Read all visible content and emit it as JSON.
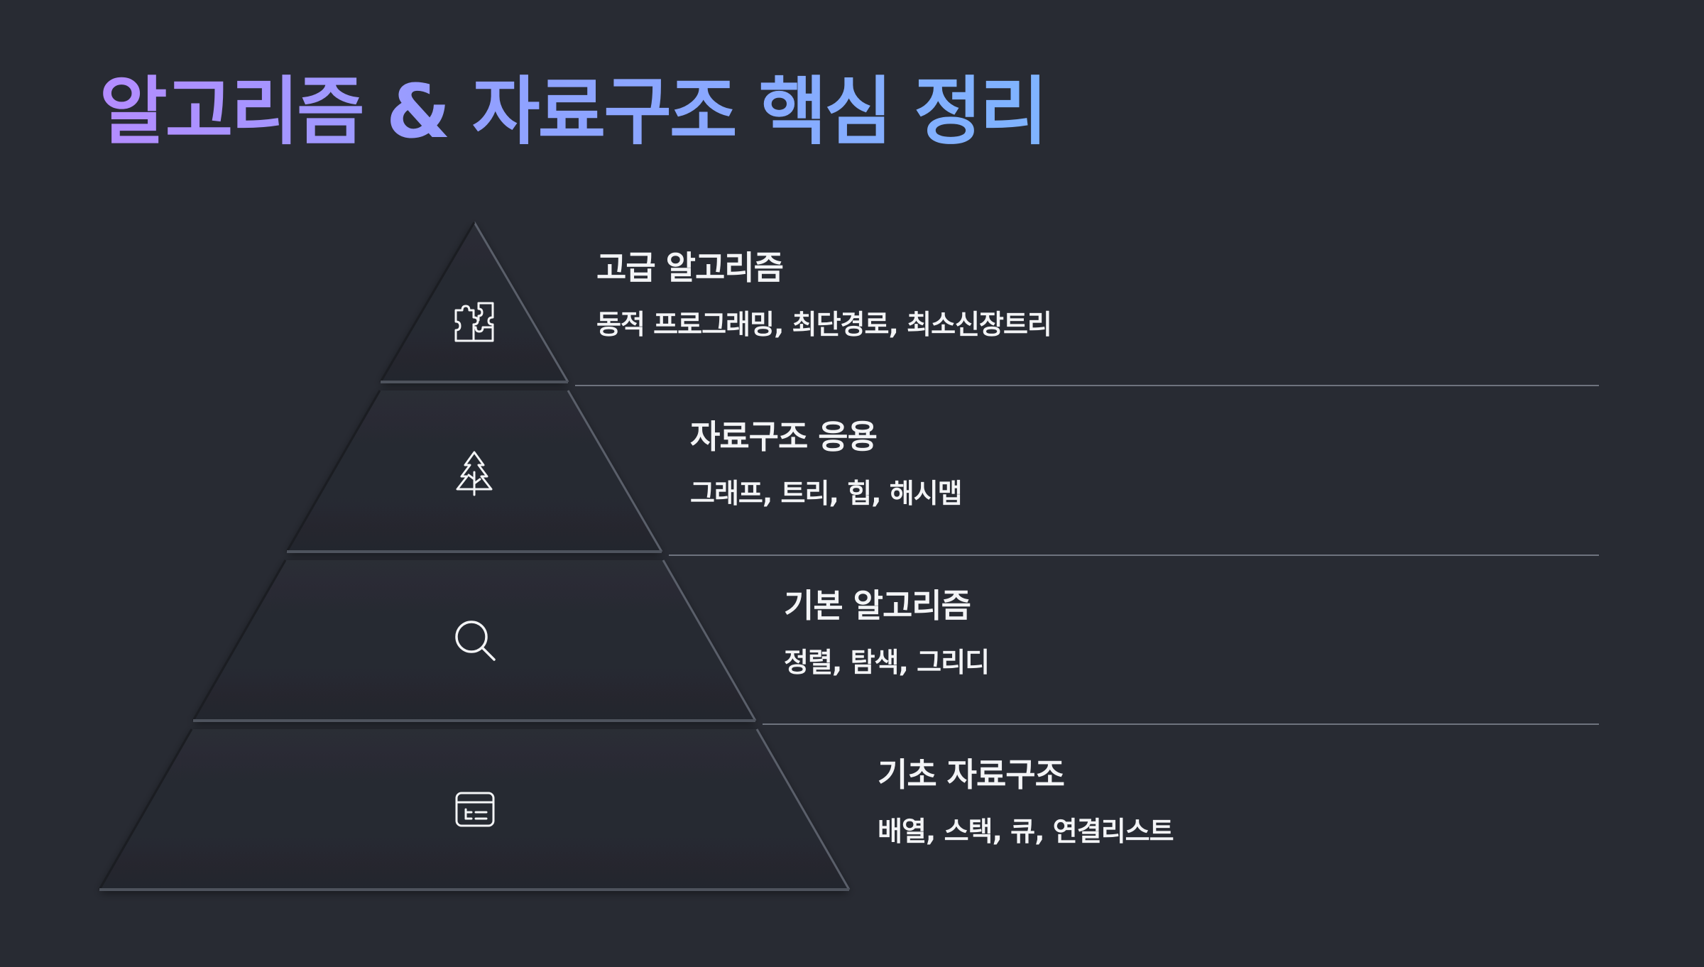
{
  "title": "알고리즘 & 자료구조 핵심 정리",
  "levels": [
    {
      "title": "고급 알고리즘",
      "description": "동적 프로그래밍, 최단경로, 최소신장트리",
      "icon": "puzzle-icon"
    },
    {
      "title": "자료구조 응용",
      "description": "그래프, 트리, 힙, 해시맵",
      "icon": "tree-icon"
    },
    {
      "title": "기본 알고리즘",
      "description": "정렬, 탐색, 그리디",
      "icon": "search-icon"
    },
    {
      "title": "기초 자료구조",
      "description": "배열, 스택, 큐, 연결리스트",
      "icon": "list-panel-icon"
    }
  ],
  "colors": {
    "background": "#282b33",
    "tier_fill": "#272a31",
    "divider": "#7a7f8a",
    "title_gradient_start": "#b48cff",
    "title_gradient_end": "#7fb4ff"
  }
}
